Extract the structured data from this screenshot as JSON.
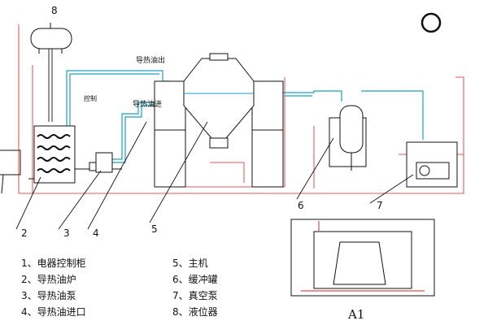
{
  "diagram": {
    "callouts": [
      "2",
      "3",
      "4",
      "5",
      "6",
      "7",
      "8"
    ],
    "labels": {
      "outlet": "导热油出",
      "inlet": "导热油进",
      "cabinet": "控制",
      "detail": "A1"
    },
    "legend": [
      "1、电器控制柜",
      "2、导热油炉",
      "3、导热油泵",
      "4、导热油进口",
      "5、主机",
      "6、缓冲罐",
      "7、真空泵",
      "8、液位器"
    ]
  }
}
